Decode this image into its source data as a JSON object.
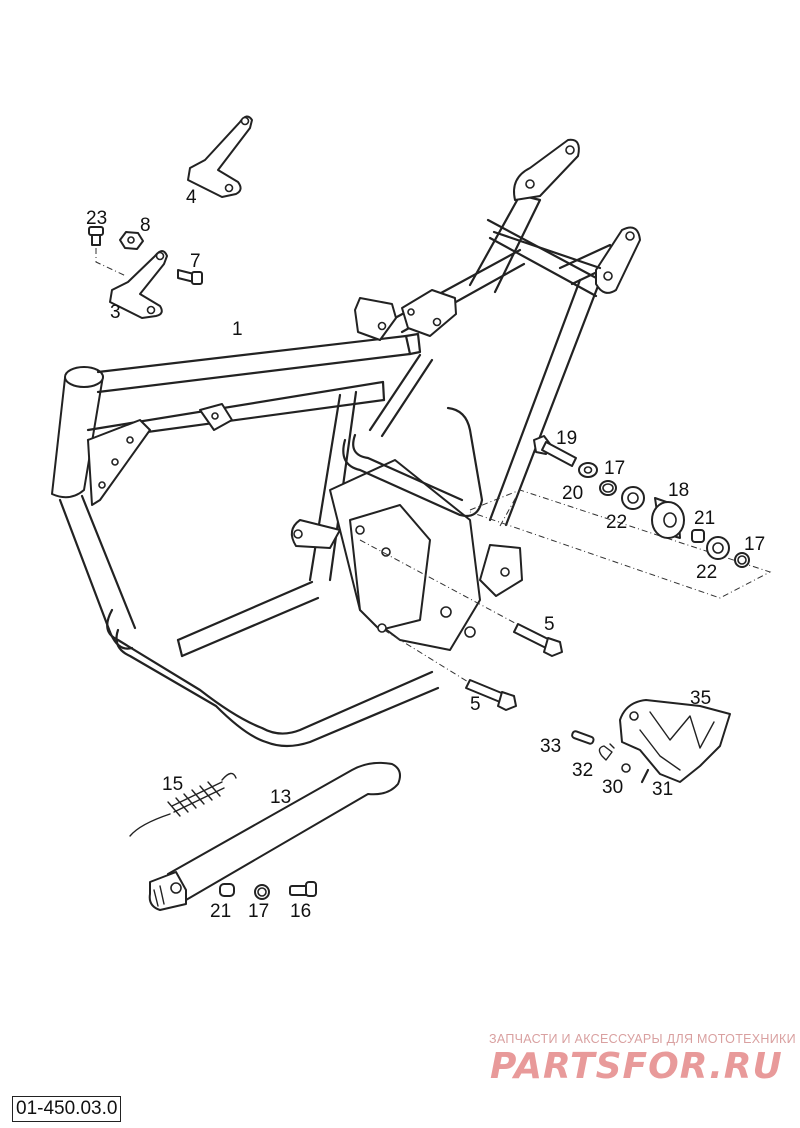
{
  "diagram": {
    "callouts": [
      {
        "id": "c4",
        "text": "4"
      },
      {
        "id": "c23",
        "text": "23"
      },
      {
        "id": "c8",
        "text": "8"
      },
      {
        "id": "c7",
        "text": "7"
      },
      {
        "id": "c3",
        "text": "3"
      },
      {
        "id": "c1",
        "text": "1"
      },
      {
        "id": "c19",
        "text": "19"
      },
      {
        "id": "c17a",
        "text": "17"
      },
      {
        "id": "c20",
        "text": "20"
      },
      {
        "id": "c18",
        "text": "18"
      },
      {
        "id": "c22a",
        "text": "22"
      },
      {
        "id": "c21a",
        "text": "21"
      },
      {
        "id": "c17b",
        "text": "17"
      },
      {
        "id": "c22b",
        "text": "22"
      },
      {
        "id": "c5a",
        "text": "5"
      },
      {
        "id": "c5b",
        "text": "5"
      },
      {
        "id": "c35",
        "text": "35"
      },
      {
        "id": "c33",
        "text": "33"
      },
      {
        "id": "c32",
        "text": "32"
      },
      {
        "id": "c30",
        "text": "30"
      },
      {
        "id": "c31",
        "text": "31"
      },
      {
        "id": "c15",
        "text": "15"
      },
      {
        "id": "c13",
        "text": "13"
      },
      {
        "id": "c21b",
        "text": "21"
      },
      {
        "id": "c17c",
        "text": "17"
      },
      {
        "id": "c16",
        "text": "16"
      }
    ],
    "code": "01-450.03.0"
  },
  "watermark": {
    "tagline": "ЗАПЧАСТИ И АКСЕССУАРЫ ДЛЯ МОТОТЕХНИКИ",
    "logo": "PARTSFOR.RU"
  }
}
